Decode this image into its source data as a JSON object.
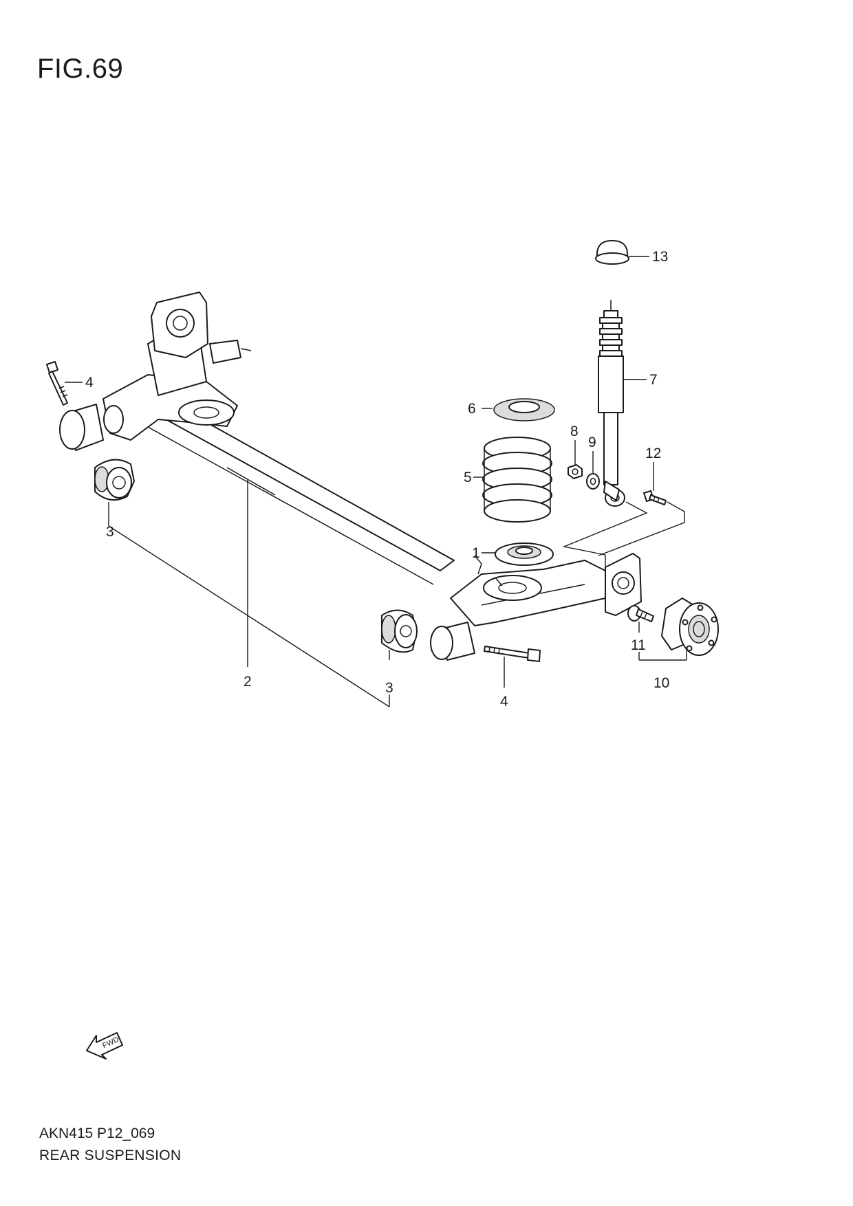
{
  "figure": {
    "title": "FIG.69",
    "code": "AKN415 P12_069",
    "name": "REAR SUSPENSION",
    "direction_marker": "FWD"
  },
  "callouts": {
    "c1": "1",
    "c2": "2",
    "c3a": "3",
    "c3b": "3",
    "c4a": "4",
    "c4b": "4",
    "c5": "5",
    "c6": "6",
    "c7": "7",
    "c8": "8",
    "c9": "9",
    "c10": "10",
    "c11": "11",
    "c12": "12",
    "c13": "13"
  }
}
